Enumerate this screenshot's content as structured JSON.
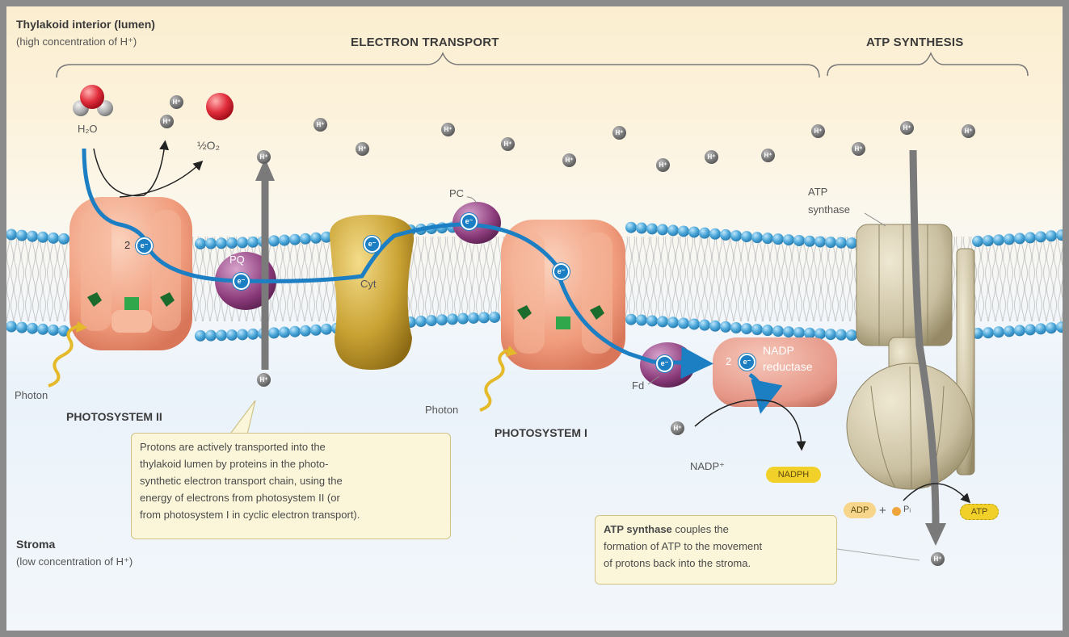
{
  "regions": {
    "lumen_title": "Thylakoid interior (lumen)",
    "lumen_sub": "(high concentration of H⁺)",
    "stroma_title": "Stroma",
    "stroma_sub": "(low concentration of H⁺)"
  },
  "sections": {
    "electron_transport": "ELECTRON TRANSPORT",
    "atp_synthesis": "ATP SYNTHESIS"
  },
  "components": {
    "photosystem2": "PHOTOSYSTEM II",
    "photosystem1": "PHOTOSYSTEM I",
    "pq": "PQ",
    "cyt": "Cyt",
    "pc": "PC",
    "fd": "Fd",
    "nadp_reductase_line1": "NADP",
    "nadp_reductase_line2": "reductase",
    "atp_synthase_line1": "ATP",
    "atp_synthase_line2": "synthase"
  },
  "molecules": {
    "h2o": "H₂O",
    "half_o2": "½O₂",
    "photon": "Photon",
    "nadp_plus": "NADP⁺",
    "nadph": "NADPH",
    "adp": "ADP",
    "plus": "+",
    "pi": "Pᵢ",
    "atp": "ATP",
    "h_ion": "H⁺",
    "electron": "e⁻",
    "two": "2"
  },
  "callouts": {
    "proton_transport": "Protons are actively transported into the thylakoid lumen by proteins in the photo-synthetic electron transport chain, using the energy of electrons from photosystem II (or from photosystem I in cyclic electron transport).",
    "proton_transport_lines": [
      "Protons are actively transported into the",
      "thylakoid lumen by proteins in the photo-",
      "synthetic electron transport chain, using the",
      "energy of electrons from photosystem II (or",
      "from photosystem I in cyclic electron transport)."
    ],
    "atp_synthase_bold": "ATP synthase",
    "atp_synthase_rest_lines": [
      " couples the",
      "formation of ATP to the movement",
      "of protons back into the stroma."
    ]
  },
  "colors": {
    "membrane_head": "#4aa6d8",
    "electron": "#1c7fc3",
    "photosystem": "#f2a585",
    "pq": "#8b3a7a",
    "cytochrome": "#c9a233",
    "atp_synthase": "#c9bfa0",
    "nadp_reductase": "#e9a090",
    "nadph": "#f2d02a"
  }
}
